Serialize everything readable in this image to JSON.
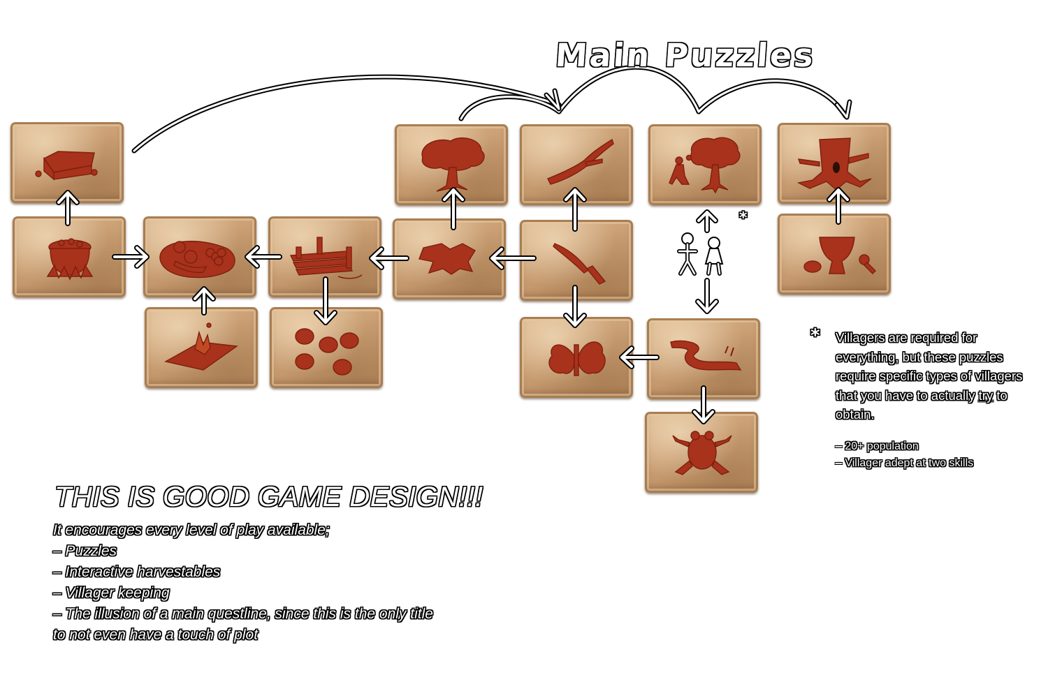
{
  "diagram": {
    "title": "Main Puzzles",
    "headline": "THIS IS GOOD GAME DESIGN!!!",
    "intro": "It encourages every level of play available;",
    "bullets": [
      "– Puzzles",
      "– Interactive harvestables",
      "– Villager keeping",
      "– The illusion of a main questline, since this is the only title",
      "to not even have a touch of plot"
    ],
    "footnote_marker": "*",
    "footnote_pre": "Villagers are required for everything, but these puzzles require specific types of villagers that you have to actually ",
    "footnote_emph": "try",
    "footnote_post": " to obtain.",
    "footnote_items": [
      "– 20+ population",
      "– Villager adept at two skills"
    ],
    "tiles": [
      {
        "id": "tile-chest",
        "icon": "chest-icon"
      },
      {
        "id": "tile-cauldron",
        "icon": "cauldron-icon"
      },
      {
        "id": "tile-food-platter",
        "icon": "food-platter-icon"
      },
      {
        "id": "tile-fire-pit",
        "icon": "fire-pit-icon"
      },
      {
        "id": "tile-dock",
        "icon": "wooden-dock-icon"
      },
      {
        "id": "tile-stones",
        "icon": "stones-icon"
      },
      {
        "id": "tile-tree",
        "icon": "tree-icon"
      },
      {
        "id": "tile-hide",
        "icon": "animal-hide-icon"
      },
      {
        "id": "tile-branch",
        "icon": "branch-icon"
      },
      {
        "id": "tile-knife",
        "icon": "knife-icon"
      },
      {
        "id": "tile-butterfly",
        "icon": "butterfly-icon"
      },
      {
        "id": "tile-kneeling-tree",
        "icon": "kneeling-villager-tree-icon"
      },
      {
        "id": "tile-river",
        "icon": "river-icon"
      },
      {
        "id": "tile-frog",
        "icon": "frog-icon"
      },
      {
        "id": "tile-hollow-stump",
        "icon": "hollow-stump-icon"
      },
      {
        "id": "tile-mortar",
        "icon": "mortar-pestle-icon"
      }
    ],
    "colors": {
      "glyph": "#a8321b",
      "stone": "#c99d72",
      "arrow": "#ffffff",
      "outline": "#000000"
    }
  }
}
